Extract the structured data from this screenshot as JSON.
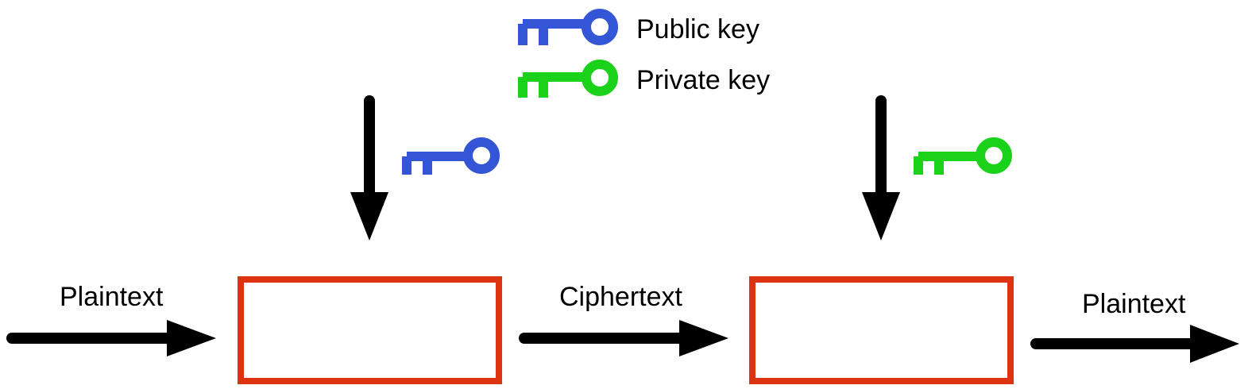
{
  "legend": {
    "public_key_label": "Public key",
    "private_key_label": "Private key"
  },
  "labels": {
    "plaintext_in": "Plaintext",
    "ciphertext": "Ciphertext",
    "plaintext_out": "Plaintext"
  },
  "colors": {
    "public_key": "#3355d6",
    "private_key": "#1bd21b",
    "box_border": "#dd3311",
    "arrow": "#000000"
  },
  "icons": {
    "public_key": "key-icon",
    "private_key": "key-icon"
  }
}
